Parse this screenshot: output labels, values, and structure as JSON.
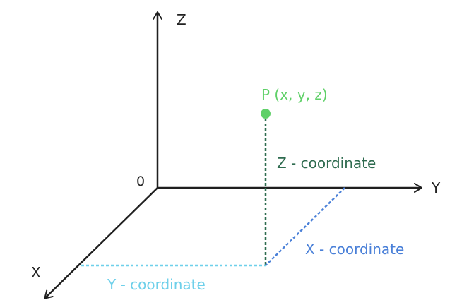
{
  "axes": {
    "x_label": "X",
    "y_label": "Y",
    "z_label": "Z",
    "origin_label": "0"
  },
  "point": {
    "label": "P (x, y, z)",
    "color": "#5fd068"
  },
  "coordinates": {
    "z_label": "Z - coordinate",
    "x_label": "X - coordinate",
    "y_label": "Y - coordinate",
    "z_color": "#2e6b4f",
    "x_color": "#4a80d8",
    "y_color": "#6ed0ea"
  },
  "colors": {
    "axis": "#1f1f1f"
  }
}
